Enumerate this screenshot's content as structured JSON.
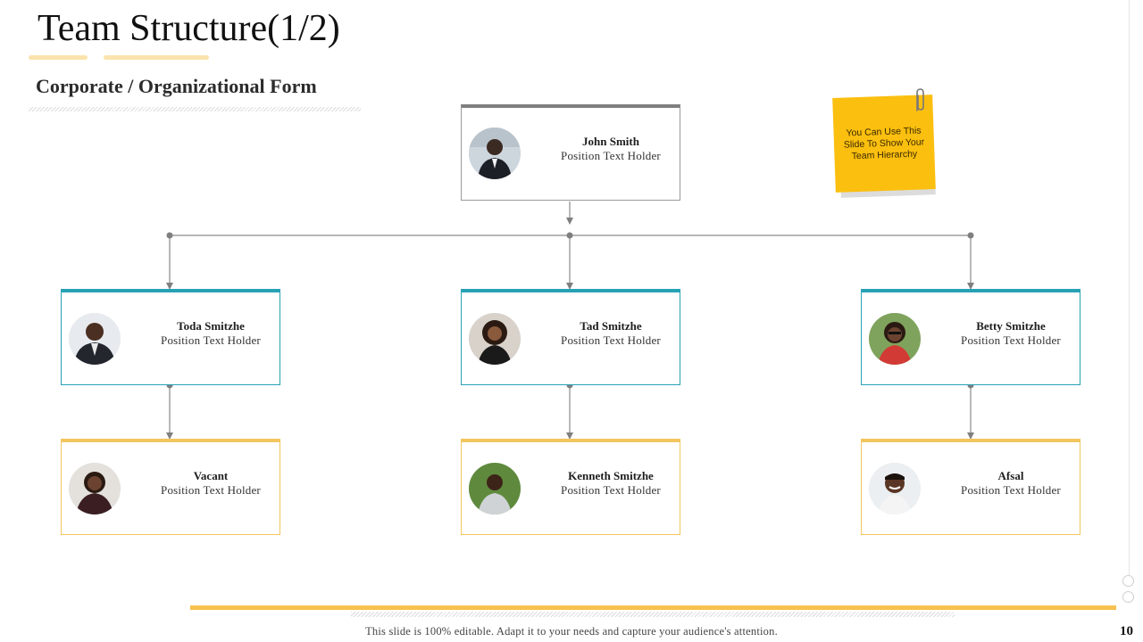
{
  "title": "Team Structure(1/2)",
  "subtitle": "Corporate / Organizational Form",
  "colors": {
    "accent_yellow": "#f6c14e",
    "accent_teal": "#27a1b5",
    "accent_gray": "#7f7f7f",
    "sticky_note": "#fbbf0f"
  },
  "org_chart": {
    "head": {
      "name": "John Smith",
      "role": "Position  Text Holder",
      "photo": "man-in-suit-photo"
    },
    "managers": [
      {
        "name": "Toda Smitzhe",
        "role": "Position  Text Holder",
        "photo": "man-in-suit-photo"
      },
      {
        "name": "Tad Smitzhe",
        "role": "Position  Text Holder",
        "photo": "woman-curly-hair-photo"
      },
      {
        "name": "Betty Smitzhe",
        "role": "Position  Text Holder",
        "photo": "woman-glasses-photo"
      }
    ],
    "staff": [
      {
        "name": "Vacant",
        "role": "Position  Text Holder",
        "photo": "woman-blazer-photo"
      },
      {
        "name": "Kenneth Smitzhe",
        "role": "Position  Text Holder",
        "photo": "young-man-photo"
      },
      {
        "name": "Afsal",
        "role": "Position  Text Holder",
        "photo": "smiling-man-photo"
      }
    ]
  },
  "sticky_note": {
    "text": "You Can Use This Slide To Show Your Team Hierarchy",
    "icon": "paperclip-icon"
  },
  "footer": "This slide is 100% editable.  Adapt  it to your needs  and capture  your audience's  attention.",
  "page_number": "10"
}
